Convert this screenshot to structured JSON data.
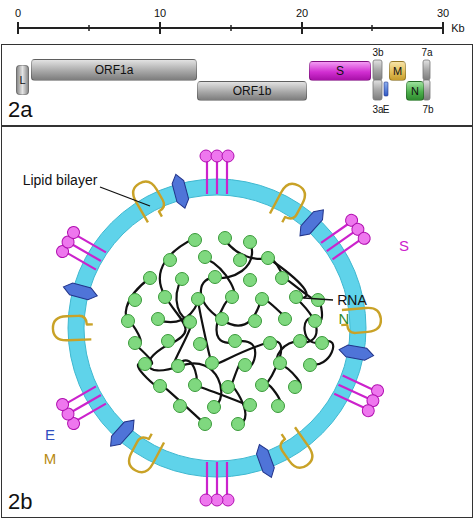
{
  "diagram": {
    "nodes": [
      {
        "text": [
          "2a"
        ]
      },
      {
        "text": [
          "L"
        ],
        "in": 0
      },
      {
        "text": [
          "ORF1a"
        ],
        "in": 0
      },
      {
        "text": [
          "ORF1b"
        ],
        "in": 0
      },
      {
        "text": [
          "S"
        ],
        "in": 0
      },
      {
        "text": [
          "M"
        ],
        "in": 0
      },
      {
        "text": [
          "N"
        ],
        "in": 0
      },
      {
        "text": [
          "2b"
        ]
      }
    ],
    "labels": [
      "0",
      "10",
      "20",
      "30",
      "Kb",
      "3b",
      "3a",
      "E",
      "7a",
      "7b",
      "Lipid bilayer",
      "RNA",
      "S",
      "N",
      "E",
      "M"
    ]
  }
}
